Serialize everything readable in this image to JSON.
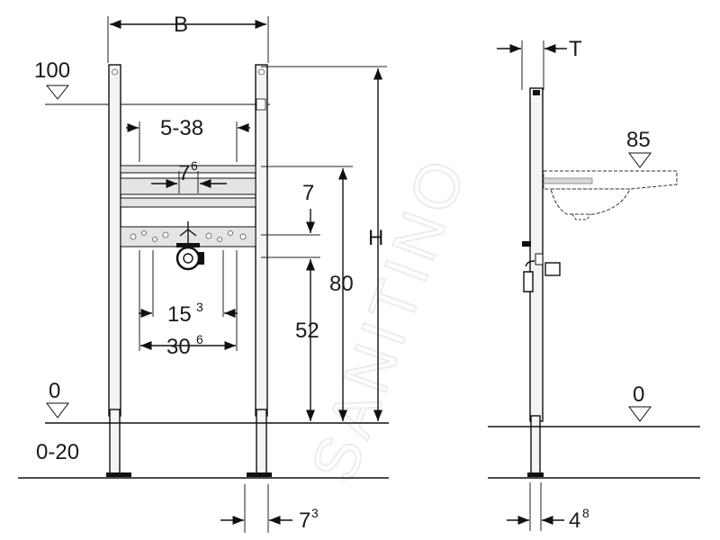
{
  "dimensions": {
    "width_label": "B",
    "height_label": "H",
    "depth_label": "T",
    "level_top": "100",
    "level_floor_front": "0",
    "level_floor_side": "0",
    "floor_range": "0-20",
    "bracket_spacing": "5-38",
    "bracket_gap_main": "7",
    "bracket_gap_sup": "6",
    "fixing_gap": "7",
    "height_80": "80",
    "height_52": "52",
    "pipe_spacing_main": "15",
    "pipe_spacing_sup": "3",
    "pipe_outer_main": "30",
    "pipe_outer_sup": "6",
    "foot_offset_main": "7",
    "foot_offset_sup": "3",
    "basin_height": "85",
    "side_foot_main": "4",
    "side_foot_sup": "8"
  },
  "watermark": "SANITINO"
}
